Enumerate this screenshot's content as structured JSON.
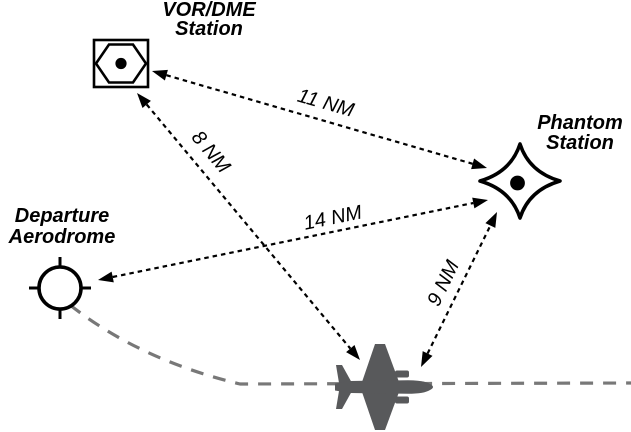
{
  "diagram": {
    "background": "#ffffff",
    "nodes": [
      {
        "id": "vor-dme-station",
        "label": [
          "VOR/DME",
          "Station"
        ],
        "symbol": "vor-dme-square-hexagon-dot"
      },
      {
        "id": "phantom-station",
        "label": [
          "Phantom",
          "Station"
        ],
        "symbol": "four-point-star-dot"
      },
      {
        "id": "departure-aerodrome",
        "label": [
          "Departure",
          "Aerodrome"
        ],
        "symbol": "circle-with-ticks"
      },
      {
        "id": "aircraft",
        "label": [],
        "symbol": "airplane-silhouette"
      }
    ],
    "distances": [
      {
        "from": "vor-dme-station",
        "to": "phantom-station",
        "label": "11 NM"
      },
      {
        "from": "vor-dme-station",
        "to": "aircraft",
        "label": "8 NM"
      },
      {
        "from": "departure-aerodrome",
        "to": "phantom-station",
        "label": "14 NM"
      },
      {
        "from": "phantom-station",
        "to": "aircraft",
        "label": "9 NM"
      }
    ],
    "flight_path": {
      "style": "gray-dashed",
      "color": "#787878"
    },
    "colors": {
      "ink": "#000000",
      "aircraft_gray": "#58595b",
      "background": "#ffffff"
    }
  }
}
